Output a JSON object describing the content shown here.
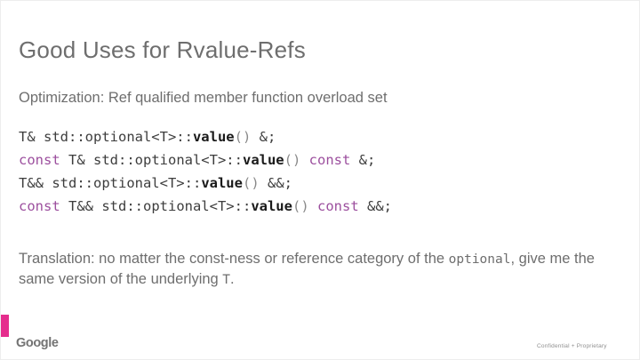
{
  "slide": {
    "title": "Good Uses for Rvalue-Refs",
    "subtitle": "Optimization: Ref qualified member function overload set",
    "code_lines": [
      [
        {
          "t": "T& std::optional<T>::",
          "c": "plain"
        },
        {
          "t": "value",
          "c": "fn"
        },
        {
          "t": "()",
          "c": "paren"
        },
        {
          "t": " &;",
          "c": "plain"
        }
      ],
      [
        {
          "t": "const",
          "c": "kw"
        },
        {
          "t": " T& std::optional<T>::",
          "c": "plain"
        },
        {
          "t": "value",
          "c": "fn"
        },
        {
          "t": "()",
          "c": "paren"
        },
        {
          "t": " ",
          "c": "plain"
        },
        {
          "t": "const",
          "c": "kw"
        },
        {
          "t": " &;",
          "c": "plain"
        }
      ],
      [
        {
          "t": "T&& std::optional<T>::",
          "c": "plain"
        },
        {
          "t": "value",
          "c": "fn"
        },
        {
          "t": "()",
          "c": "paren"
        },
        {
          "t": " &&;",
          "c": "plain"
        }
      ],
      [
        {
          "t": "const",
          "c": "kw"
        },
        {
          "t": " T&& std::optional<T>::",
          "c": "plain"
        },
        {
          "t": "value",
          "c": "fn"
        },
        {
          "t": "()",
          "c": "paren"
        },
        {
          "t": " ",
          "c": "plain"
        },
        {
          "t": "const",
          "c": "kw"
        },
        {
          "t": " &&;",
          "c": "plain"
        }
      ]
    ],
    "translation_segments": [
      {
        "t": "Translation: no matter the const-ness or reference category of the ",
        "mono": false
      },
      {
        "t": "optional",
        "mono": true
      },
      {
        "t": ", give me the same version of the underlying ",
        "mono": false
      },
      {
        "t": "T",
        "mono": true
      },
      {
        "t": ".",
        "mono": false
      }
    ],
    "footer": {
      "logo_text": "Google",
      "confidential_text": "Confidential + Proprietary"
    },
    "colors": {
      "keyword_purple": "#9c4f9e",
      "code_plain": "#3d3d3d",
      "code_fn": "#1a1a1a",
      "code_paren": "#8a8a8a",
      "text_gray": "#6e6e6e",
      "accent_pink": "#e52d8d"
    }
  }
}
